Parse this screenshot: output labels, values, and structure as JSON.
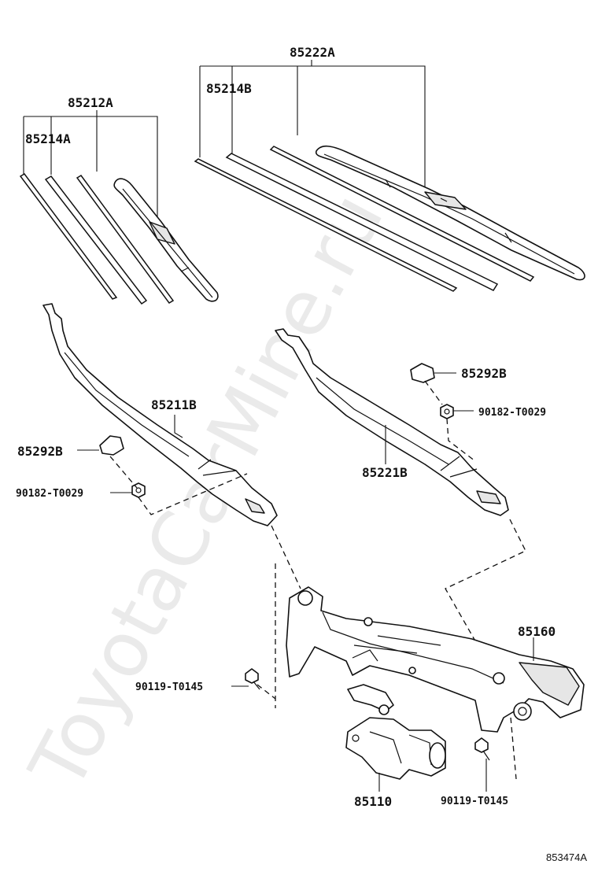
{
  "watermark": "ToyotaCarMine.ru",
  "diagram_code": "853474A",
  "labels": {
    "p85222A": "85222A",
    "p85214B": "85214B",
    "p85212A": "85212A",
    "p85214A": "85214A",
    "p85211B": "85211B",
    "p85292B_left": "85292B",
    "p90182_left": "90182-T0029",
    "p85221B": "85221B",
    "p85292B_right": "85292B",
    "p90182_right": "90182-T0029",
    "p85160": "85160",
    "p90119_left": "90119-T0145",
    "p85110": "85110",
    "p90119_right": "90119-T0145"
  }
}
